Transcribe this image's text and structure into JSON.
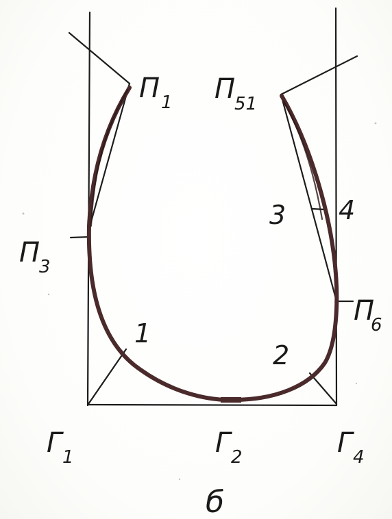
{
  "labels": {
    "p1": {
      "main": "П",
      "sub": "1"
    },
    "p51": {
      "main": "П",
      "sub": "51"
    },
    "p3": {
      "main": "П",
      "sub": "3"
    },
    "p6": {
      "main": "П",
      "sub": "6"
    },
    "g1": {
      "main": "Г",
      "sub": "1"
    },
    "g2": {
      "main": "Г",
      "sub": "2"
    },
    "g4": {
      "main": "Г",
      "sub": "4"
    },
    "n1": "1",
    "n2": "2",
    "n3": "3",
    "n4": "4",
    "caption": "б"
  }
}
